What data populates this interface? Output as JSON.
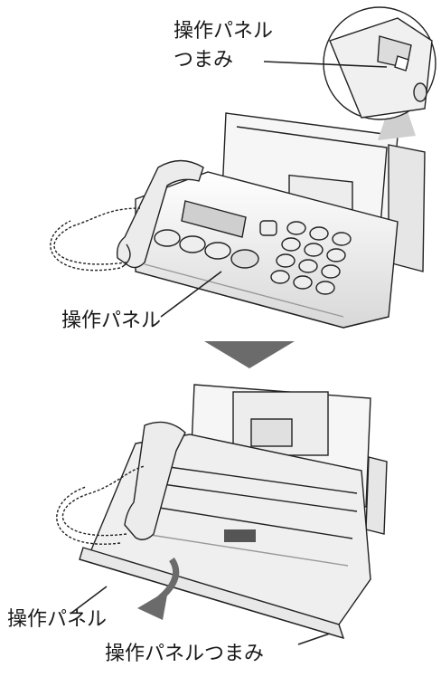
{
  "labels": {
    "panel_knob_top_line1": "操作パネル",
    "panel_knob_top_line2": "つまみ",
    "panel_top": "操作パネル",
    "panel_bottom": "操作パネル",
    "panel_knob_bottom": "操作パネルつまみ"
  },
  "colors": {
    "line": "#222222",
    "body_fill": "#f3f3f3",
    "shade": "#d0d0d0",
    "arrow": "#6b6b6b"
  }
}
